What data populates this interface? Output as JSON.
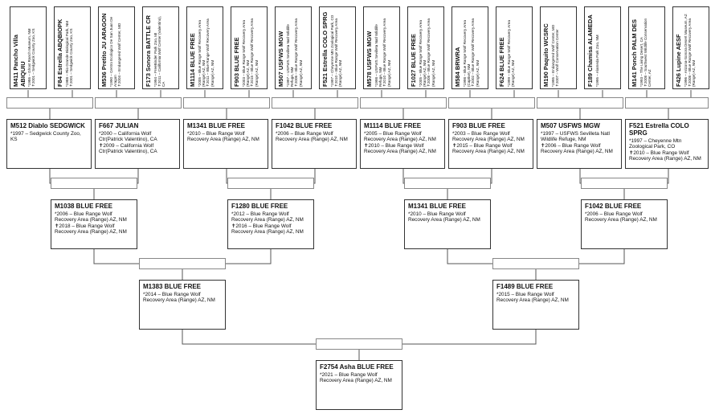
{
  "gen4": [
    {
      "name": "M411 Pancho Villa ABIQUIU",
      "info": "*1986 – Ghost Ranch Museum, NM\n✝2001 – Sedgwick County Zoo, KS"
    },
    {
      "name": "F84 Estrella ABQBIOPK",
      "info": "*1988 – Rio Grande Biological Park, NM\n✝2001 – Sedgwick County Zoo, KS"
    },
    {
      "name": "M536 Pretito JU ARAGON",
      "info": "*1990 – Centro Ecologico De San Juan De Aragon\n✝2004 – Endangered Wolf Center, MO"
    },
    {
      "name": "F173 Sonora BATTLE CR",
      "info": "*1994 – FreeBinder Park Zoo, MI\n✝2011 – California Wolf Center (Valentino), CA"
    },
    {
      "name": "M1114 BLUE FREE",
      "info": "*2005 – Blue Range Wolf Recovery Area (Range) AZ, NM\n✝2011 – Blue Range Wolf Recovery Area (Range) AZ, NM"
    },
    {
      "name": "F903 BLUE FREE",
      "info": "*2003 – Blue Range Wolf Recovery Area (Range) AZ, NM\n✝2015 – Blue Range Wolf Recovery Area (Range) AZ, NM"
    },
    {
      "name": "M507 USFWS MGW",
      "info": "*1997 – USFWS Sevilleta Natl Wildlife Refuge, NM\n✝2006 – Blue Range Wolf Recovery Area (Range) AZ, NM"
    },
    {
      "name": "F521 Estrella COLO SPRG",
      "info": "*1997 – Cheyenne Mtn Zoological Park, CO\n✝2010 – Blue Range Wolf Recovery Area (Range) AZ, NM"
    },
    {
      "name": "M578 USFWS MGW",
      "info": "*1998 – USFWS Sevilleta Natl Wildlife Refuge, NM\n✝2010 – Blue Range Wolf Recovery Area (Range) AZ, NM"
    },
    {
      "name": "F1027 BLUE FREE",
      "info": "*2005 – Blue Range Wolf Recovery Area (Range) AZ, NM\n✝2008 – Blue Range Wolf Recovery Area (Range) AZ, NM"
    },
    {
      "name": "M584 BRWRA",
      "info": "*1998 – Blue Range Wolf Recovery Area (Captive), NM\n✝2002 – Blue Range Wolf Recovery Area (Range) AZ, NM"
    },
    {
      "name": "F624 BLUE FREE",
      "info": "*1999 – Blue Range Wolf Recovery Area (Range) AZ, NM"
    },
    {
      "name": "M190 Paquito WCSRC",
      "info": "*1995 – Endangered Wolf Center, MO\n✝2007 – Wolf Conservation Center"
    },
    {
      "name": "F189 Chamisa ALAMEDA",
      "info": "*1995 – Alameda Park Zoo, NM"
    },
    {
      "name": "M141 Ponch PALM DES",
      "info": "*1993 – The Living Desert, CA\n✝2008 – Southwest Wildlife Conservation Center, AZ"
    },
    {
      "name": "F426 Lupine AESF",
      "info": "*1996 – Arizona-Sonora Desert Museum, AZ\n✝2008 – Blue Range Wolf Recovery Area (Range) AZ, NM"
    }
  ],
  "gen3": [
    {
      "name": "M512 Diablo SEDGWICK",
      "info": "*1997 – Sedgwick County Zoo, KS"
    },
    {
      "name": "F667 JULIAN",
      "info": "*2000 – California Wolf Ctr(Patrick Valentino), CA\n✝2009 – California Wolf Ctr(Patrick Valentino), CA"
    },
    {
      "name": "M1341 BLUE FREE",
      "info": "*2010 – Blue Range Wolf Recovery Area (Range) AZ, NM"
    },
    {
      "name": "F1042 BLUE FREE",
      "info": "*2006 – Blue Range Wolf Recovery Area (Range) AZ, NM"
    },
    {
      "name": "M1114 BLUE FREE",
      "info": "*2005 – Blue Range Wolf Recovery Area (Range) AZ, NM\n✝2010 – Blue Range Wolf Recovery Area (Range) AZ, NM"
    },
    {
      "name": "F903 BLUE FREE",
      "info": "*2003 – Blue Range Wolf Recovery Area (Range) AZ, NM\n✝2015 – Blue Range Wolf Recovery Area (Range) AZ, NM"
    },
    {
      "name": "M507 USFWS MGW",
      "info": "*1997 – USFWS Sevilleta Natl Wildlife Refuge, NM\n✝2006 – Blue Range Wolf Recovery Area (Range) AZ, NM"
    },
    {
      "name": "F521 Estrella COLO SPRG",
      "info": "*1997 – Cheyenne Mtn Zoological Park, CO\n✝2010 – Blue Range Wolf Recovery Area (Range) AZ, NM"
    }
  ],
  "gen2": [
    {
      "name": "M1038 BLUE FREE",
      "info": "*2006 – Blue Range Wolf Recovery Area (Range) AZ, NM\n✝2018 – Blue Range Wolf Recovery Area (Range) AZ, NM"
    },
    {
      "name": "F1280 BLUE FREE",
      "info": "*2012 – Blue Range Wolf Recovery Area (Range) AZ, NM\n✝2016 – Blue Range Wolf Recovery Area (Range) AZ, NM"
    },
    {
      "name": "M1341 BLUE FREE",
      "info": "*2010 – Blue Range Wolf Recovery Area (Range) AZ, NM"
    },
    {
      "name": "F1042 BLUE FREE",
      "info": "*2006 – Blue Range Wolf Recovery Area (Range) AZ, NM"
    }
  ],
  "gen1": [
    {
      "name": "M1383 BLUE FREE",
      "info": "*2014 – Blue Range Wolf Recovery Area (Range) AZ, NM"
    },
    {
      "name": "F1489 BLUE FREE",
      "info": "*2015 – Blue Range Wolf Recovery Area (Range) AZ, NM"
    }
  ],
  "subject": {
    "name": "F2754 Asha BLUE FREE",
    "info": "*2021 – Blue Range Wolf Recovery Area (Range) AZ, NM"
  }
}
